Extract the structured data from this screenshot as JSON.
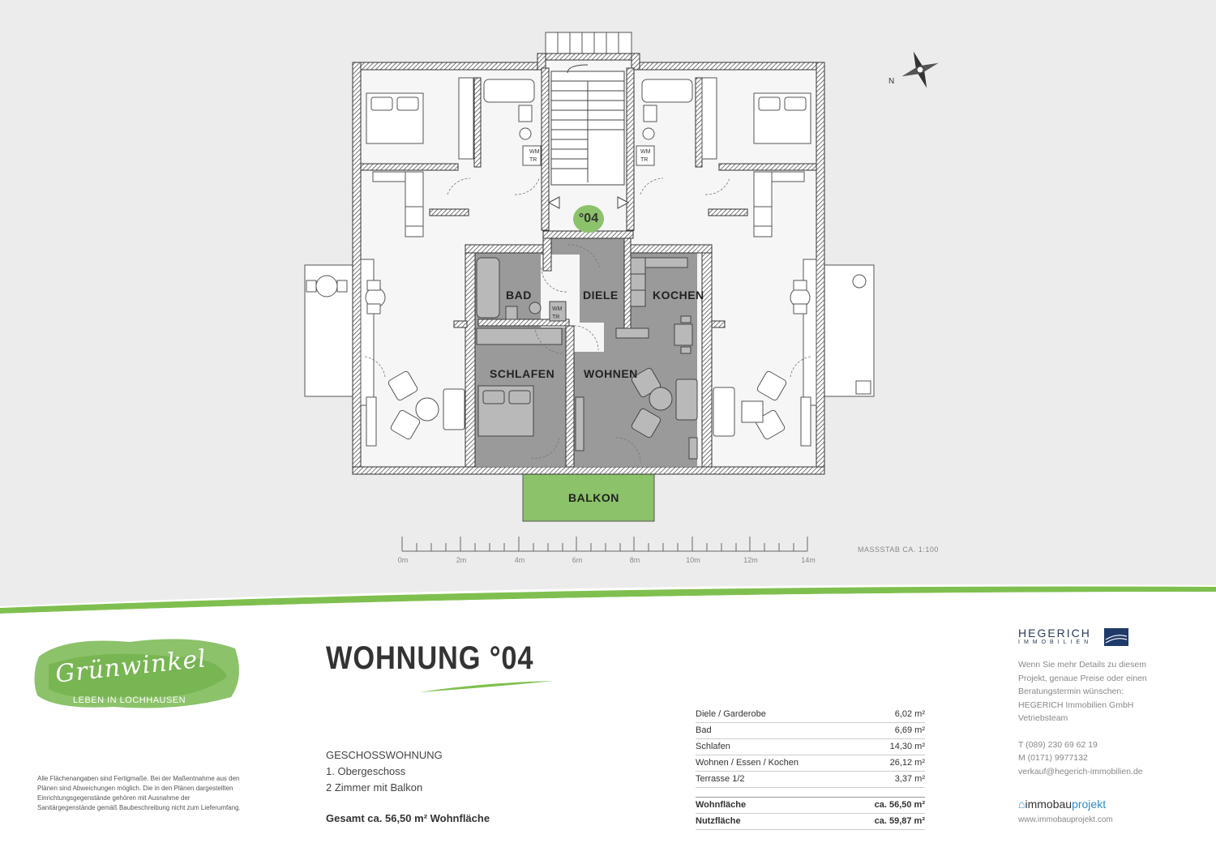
{
  "plan": {
    "rooms": {
      "bad": "BAD",
      "diele": "DIELE",
      "kochen": "KOCHEN",
      "schlafen": "SCHLAFEN",
      "wohnen": "WOHNEN",
      "balkon": "BALKON"
    },
    "unit_badge": "°04",
    "wm_label_1": "WM",
    "wm_label_2": "TR",
    "compass_label": "N",
    "scale_title": "MASSSTAB CA. 1:100",
    "scale_ticks": [
      "0m",
      "2m",
      "4m",
      "6m",
      "8m",
      "10m",
      "12m",
      "14m"
    ]
  },
  "logo": {
    "name": "Grünwinkel",
    "tagline": "LEBEN IN LOCHHAUSEN"
  },
  "disclaimer": "Alle Flächenangaben sind Fertigmaße. Bei der Maßentnahme aus den Plänen sind Abweichungen möglich. Die in den Plänen dargestellten Einrichtungsgegenstände gehören mit Ausnahme der Sanitärgegenstände gemäß Baubeschreibung nicht zum Lieferumfang.",
  "title": "WOHNUNG °04",
  "info": {
    "type": "GESCHOSSWOHNUNG",
    "floor": "1. Obergeschoss",
    "rooms": "2 Zimmer mit Balkon",
    "total": "Gesamt ca. 56,50 m² Wohnfläche"
  },
  "areas": [
    {
      "label": "Diele / Garderobe",
      "value": "6,02 m²"
    },
    {
      "label": "Bad",
      "value": "6,69 m²"
    },
    {
      "label": "Schlafen",
      "value": "14,30 m²"
    },
    {
      "label": "Wohnen / Essen / Kochen",
      "value": "26,12 m²"
    },
    {
      "label": "Terrasse 1/2",
      "value": "3,37 m²"
    }
  ],
  "totals": [
    {
      "label": "Wohnfläche",
      "value": "ca. 56,50 m²"
    },
    {
      "label": "Nutzfläche",
      "value": "ca. 59,87 m²"
    }
  ],
  "hegerich": {
    "name": "HEGERICH",
    "sub": "IMMOBILIEN"
  },
  "contact": {
    "text1": "Wenn Sie mehr Details zu diesem",
    "text2": "Projekt, genaue Preise oder einen",
    "text3": "Beratungstermin wünschen:",
    "text4": "HEGERICH Immobilien GmbH",
    "text5": "Vetriebsteam",
    "phone": "T (089) 230 69 62 19",
    "mobile": "M (0171) 9977132",
    "email": "verkauf@hegerich-immobilien.de"
  },
  "immobau": {
    "a": "immobau",
    "b": "projekt",
    "url": "www.immobauprojekt.com"
  },
  "colors": {
    "accent_green": "#8cc26a",
    "unit_gray": "#9a9a9a",
    "wall": "#3a3a3a"
  }
}
